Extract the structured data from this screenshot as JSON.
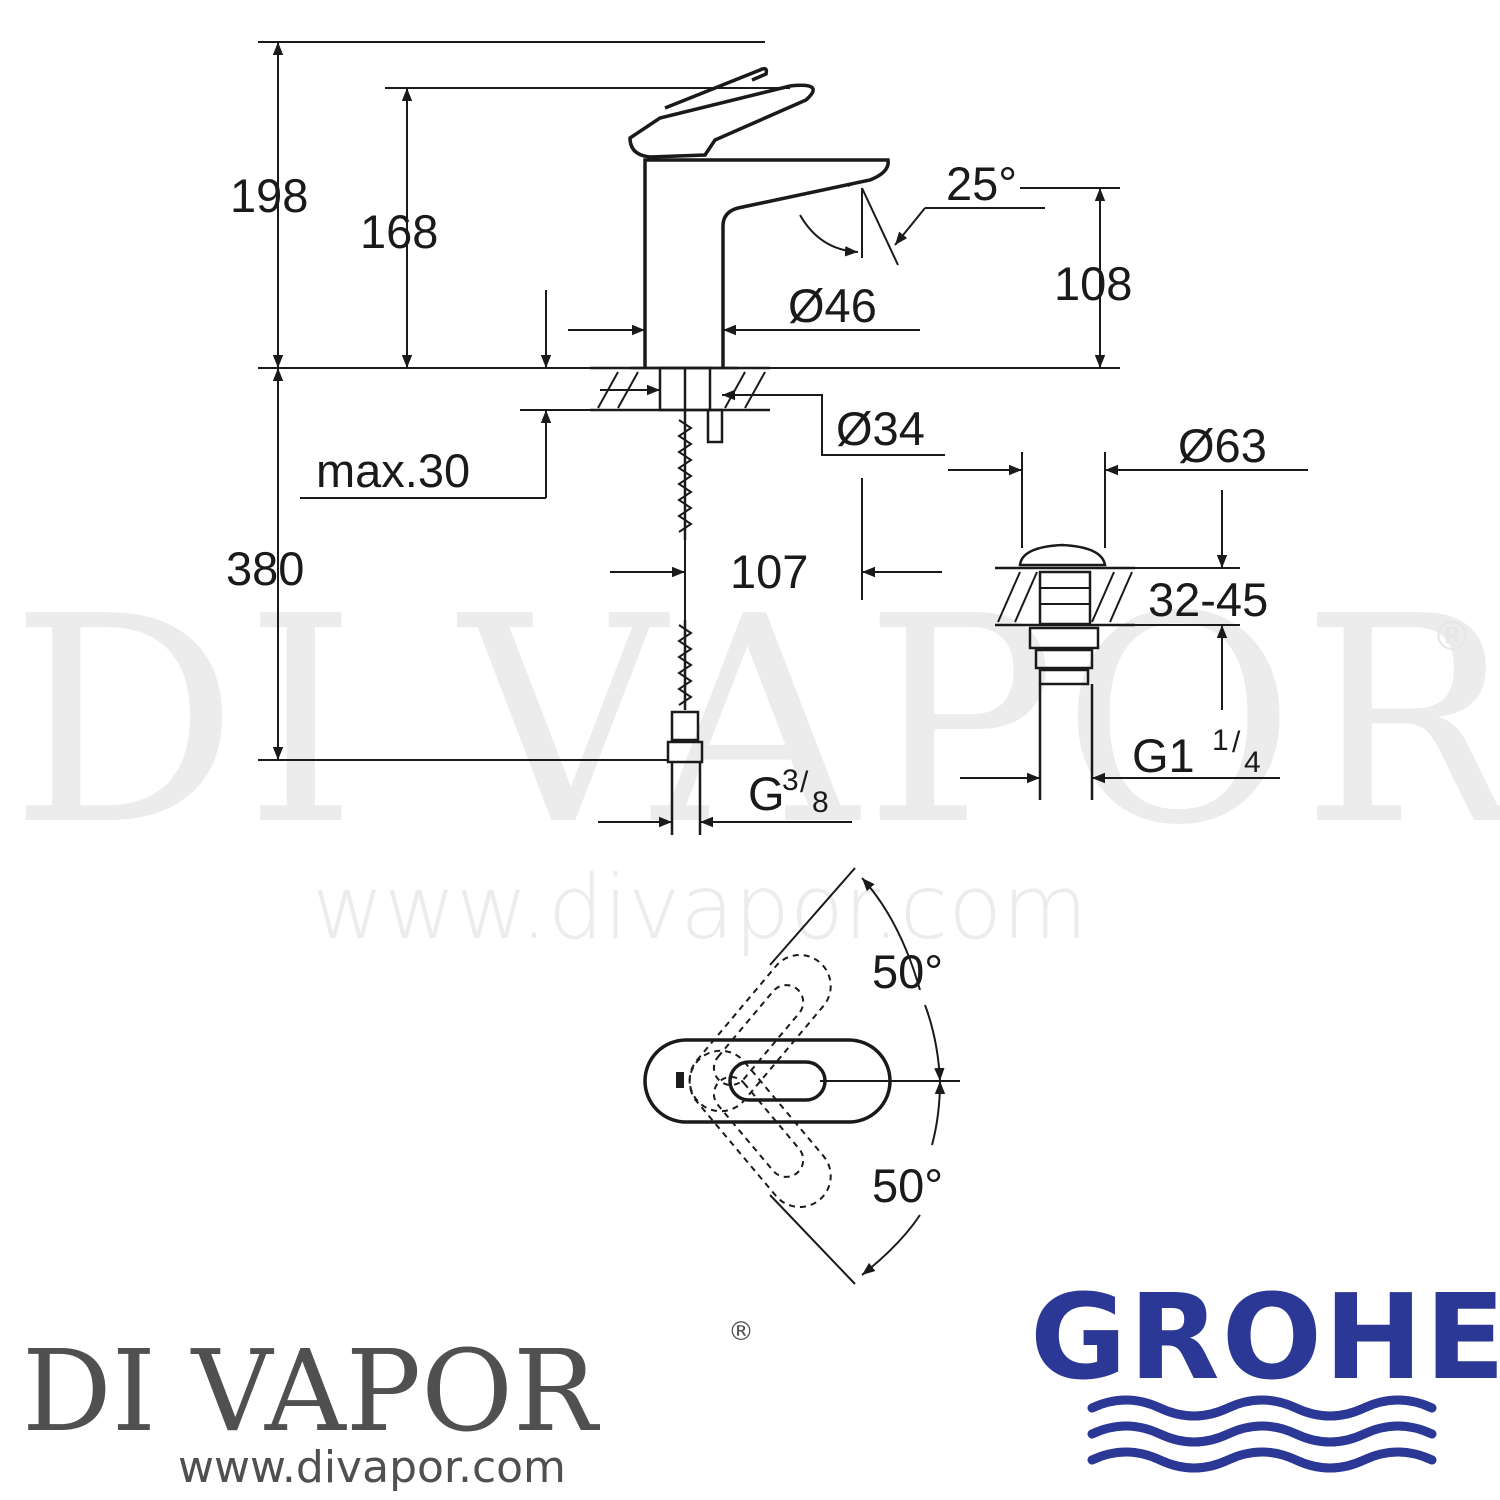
{
  "diagram": {
    "dimensions": {
      "overall_height": "198",
      "lever_height": "168",
      "spout_height": "108",
      "spout_angle": "25°",
      "body_diameter": "Ø46",
      "base_diameter": "Ø34",
      "max_deck_thickness": "max.30",
      "hose_length": "380",
      "waste_offset": "107",
      "waste_diameter": "Ø63",
      "waste_deck_range": "32-45",
      "hose_thread_main": "G",
      "hose_thread_num": "3",
      "hose_thread_den": "8",
      "waste_thread_main": "G1",
      "waste_thread_num": "1",
      "waste_thread_den": "4",
      "lever_angle_up": "50°",
      "lever_angle_down": "50°"
    }
  },
  "watermark": {
    "brand": "DI VAPOR",
    "registered": "®",
    "url": "www.divapor.com"
  },
  "footer": {
    "brand": "DI VAPOR",
    "registered": "®",
    "url": "www.divapor.com",
    "logo_text": "GROHE"
  },
  "colors": {
    "line": "#1a1a1a",
    "grohe_blue": "#2b3896",
    "brand_grey": "#505050",
    "watermark_grey": "#ececec"
  }
}
